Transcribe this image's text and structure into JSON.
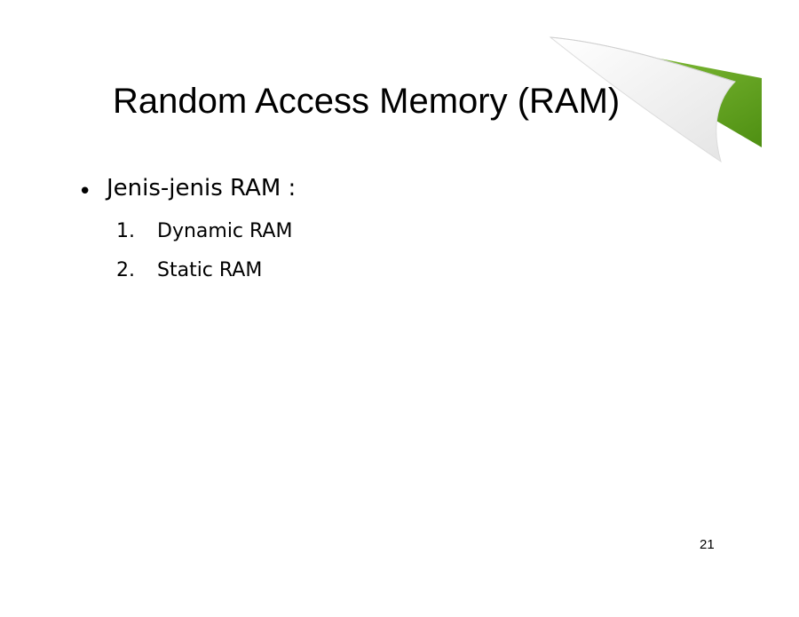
{
  "slide": {
    "title": "Random Access Memory (RAM)",
    "bullet": "Jenis-jenis RAM :",
    "items": [
      {
        "number": "1.",
        "label": "Dynamic RAM"
      },
      {
        "number": "2.",
        "label": "Static RAM"
      }
    ],
    "page_number": "21"
  },
  "colors": {
    "accent_green": "#6aaa1e",
    "page_curl": "#f2f2f2",
    "text": "#000000"
  },
  "icons": {
    "corner": "page-curl-icon"
  }
}
